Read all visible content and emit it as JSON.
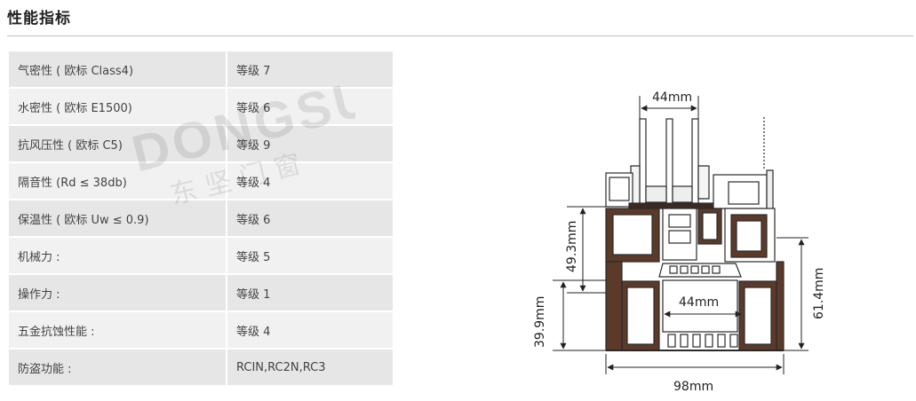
{
  "page": {
    "title": "性能指标"
  },
  "specs": [
    {
      "label": "气密性 ( 欧标 Class4)",
      "value": "等级 7"
    },
    {
      "label": "水密性 ( 欧标 E1500)",
      "value": "等级 6"
    },
    {
      "label": "抗风压性 ( 欧标 C5)",
      "value": "等级 9"
    },
    {
      "label": "隔音性 (Rd ≤ 38db)",
      "value": "等级 4"
    },
    {
      "label": "保温性 ( 欧标 Uw ≤ 0.9)",
      "value": "等级 6"
    },
    {
      "label": "机械力 :",
      "value": "等级 5"
    },
    {
      "label": "操作力 :",
      "value": "等级 1"
    },
    {
      "label": "五金抗蚀性能 :",
      "value": "等级 4"
    },
    {
      "label": "防盗功能 :",
      "value": "RCIN,RC2N,RC3"
    }
  ],
  "watermark": {
    "brand": "DONGSU",
    "cn": "东坚门窗"
  },
  "diagram": {
    "dim_top": "44mm",
    "dim_left_upper": "49.3mm",
    "dim_left_lower": "39.9mm",
    "dim_middle": "44mm",
    "dim_right": "61.4mm",
    "dim_bottom": "98mm"
  },
  "colors": {
    "profile": "#5b3a2a",
    "row_dark": "#e6e6e6",
    "row_light": "#f1f1f1"
  }
}
